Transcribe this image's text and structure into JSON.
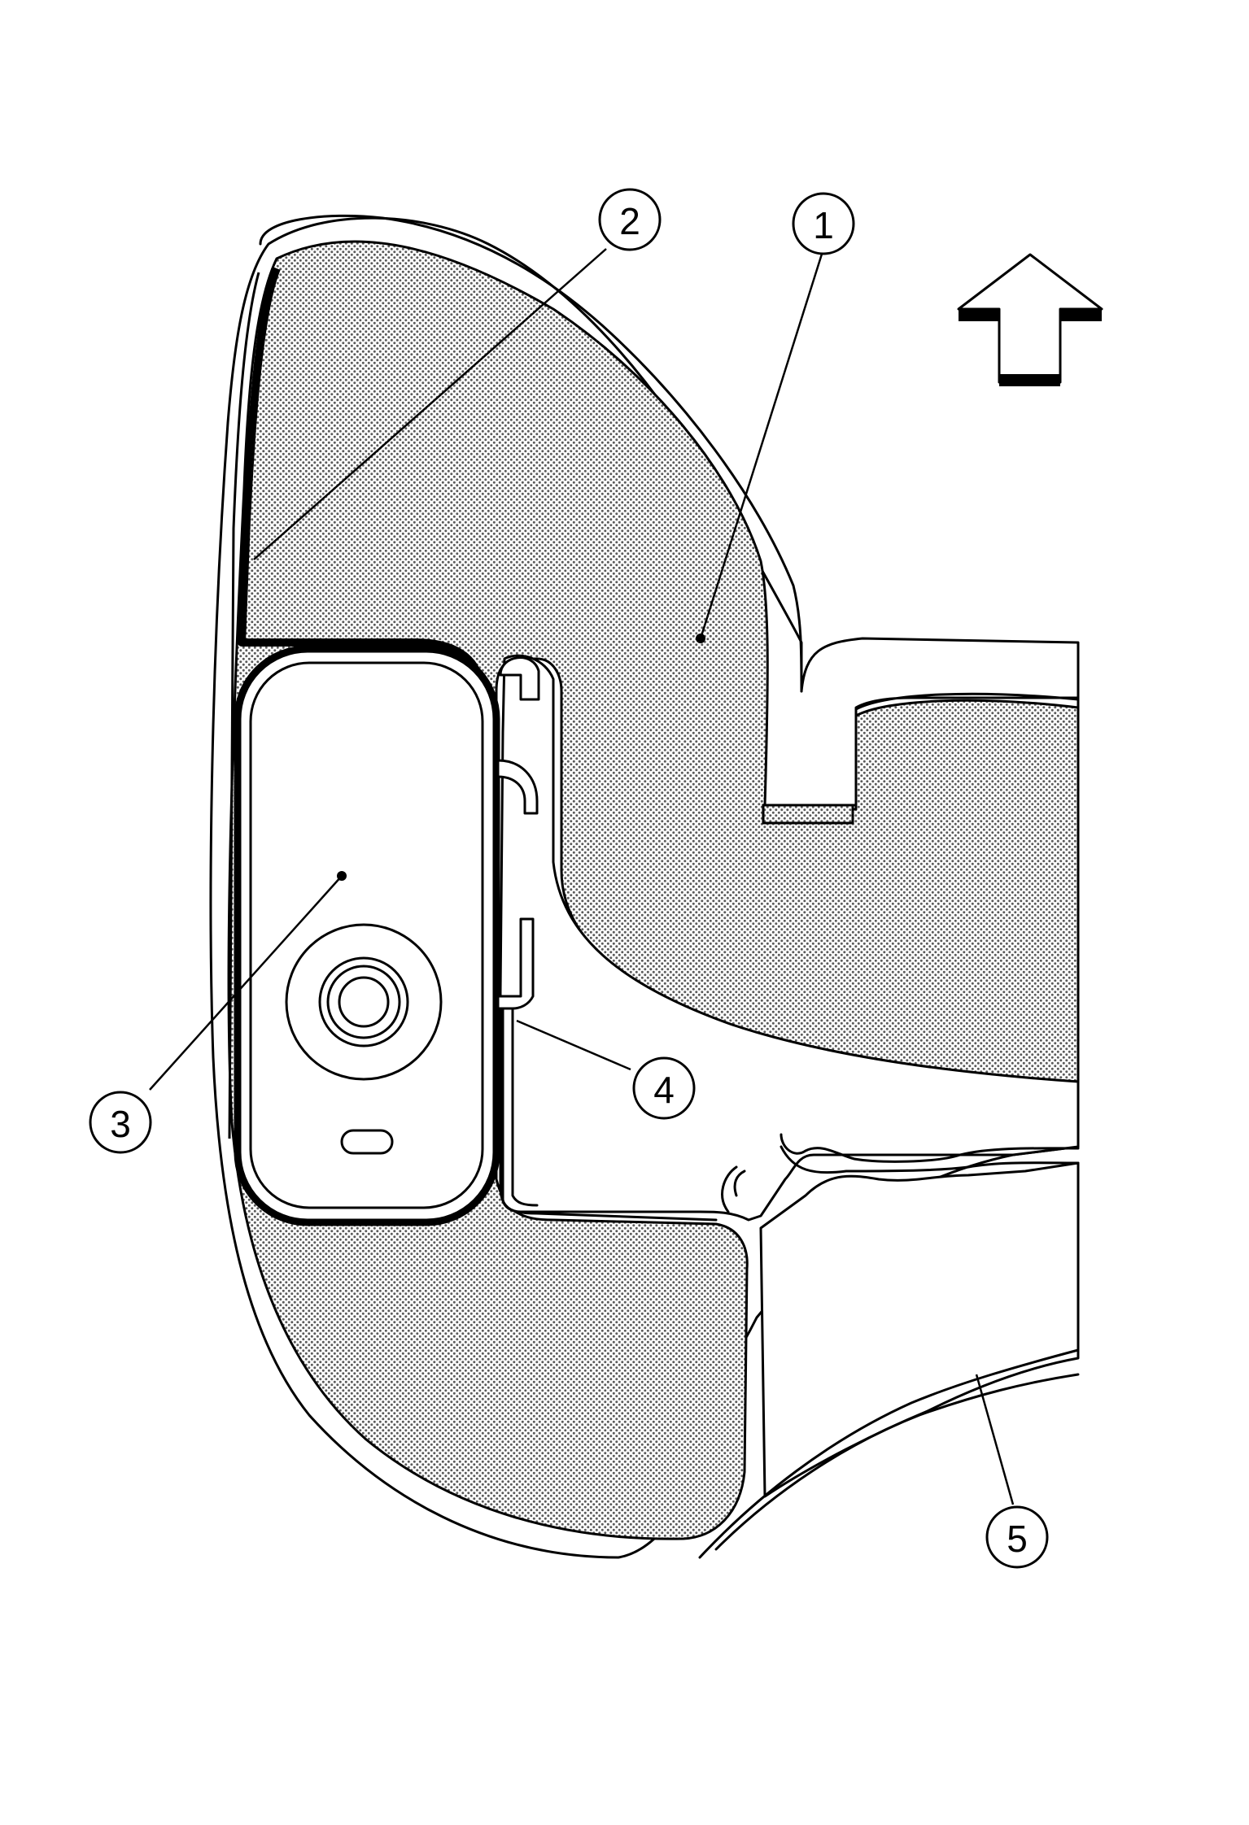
{
  "callouts": [
    {
      "id": "1",
      "label": "1"
    },
    {
      "id": "2",
      "label": "2"
    },
    {
      "id": "3",
      "label": "3"
    },
    {
      "id": "4",
      "label": "4"
    },
    {
      "id": "5",
      "label": "5"
    }
  ],
  "colors": {
    "line": "#000000",
    "background": "#ffffff",
    "hatch": "#7a7a7a"
  },
  "icons": {
    "direction_arrow": "up-arrow-icon"
  }
}
